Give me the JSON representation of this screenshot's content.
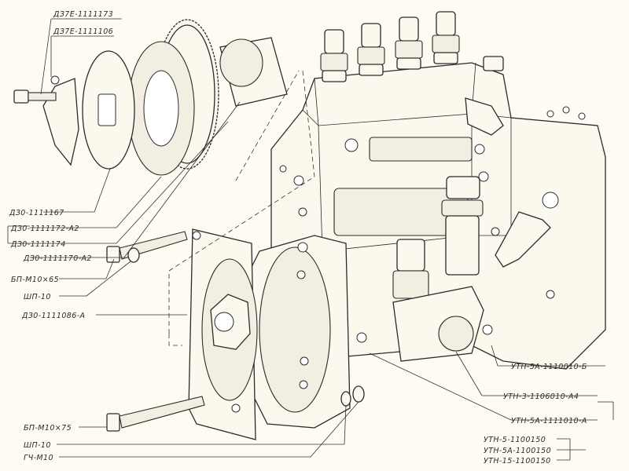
{
  "labels": {
    "l1": "ДЗ7Е-1111173",
    "l2": "ДЗ7Е-1111106",
    "l3": "ДЗ0-1111167",
    "l4": "ДЗ0-1111172-А2",
    "l5": "ДЗ0-1111174",
    "l6": "ДЗ0-1111170-А2",
    "l7": "БП-М10×65",
    "l8": "ШП-10",
    "l9": "ДЗ0-1111086-А",
    "l10": "БП-М10×75",
    "l11": "ШП-10",
    "l12": "ГЧ-М10",
    "r1": "УТН-5А-1110010-Б",
    "r2": "УТН-3-1106010-А4",
    "r3": "УТН-5А-1111010-А",
    "r4": "УТН-5-1100150",
    "r5": "УТН-5А-1100150",
    "r6": "УТН-15-1100150"
  }
}
